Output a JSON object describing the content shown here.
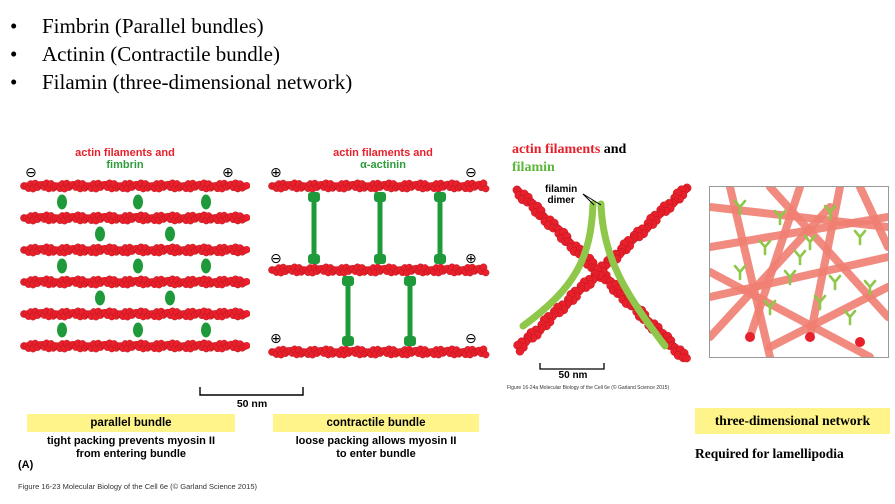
{
  "bullets": [
    "Fimbrin (Parallel bundles)",
    "Actinin (Contractile bundle)",
    "Filamin (three-dimensional network)"
  ],
  "bullet_glyph": "•",
  "fig_a": {
    "title_red": "actin filaments and",
    "title_green": "fimbrin",
    "minus": "⊖",
    "plus": "⊕",
    "box_label": "parallel bundle",
    "caption": [
      "tight packing prevents myosin II",
      "from entering bundle"
    ],
    "panel_letter": "(A)",
    "credit": "Figure 16-23  Molecular Biology of the Cell 6e (© Garland Science 2015)"
  },
  "fig_b": {
    "title_red": "actin filaments and",
    "title_green": "α-actinin",
    "box_label": "contractile bundle",
    "caption": [
      "loose packing allows myosin II",
      "to enter bundle"
    ]
  },
  "scale_left": "50 nm",
  "filamin": {
    "title_red": "actin filaments",
    "title_and": "and",
    "title_green": "filamin",
    "dimer_label": [
      "filamin",
      "dimer"
    ],
    "scale": "50 nm",
    "credit": "Figure 16-24a  Molecular Biology of the Cell 6e (© Garland Science 2015)"
  },
  "network": {
    "box_label": "three-dimensional network",
    "subtitle": "Required for lamellipodia"
  },
  "colors": {
    "actin_red": "#e8202b",
    "fimbrin_green": "#1f9a3a",
    "filamin_green": "#8fc74a",
    "network_pink": "#f07f72",
    "highlight_yellow": "#fff48a"
  }
}
